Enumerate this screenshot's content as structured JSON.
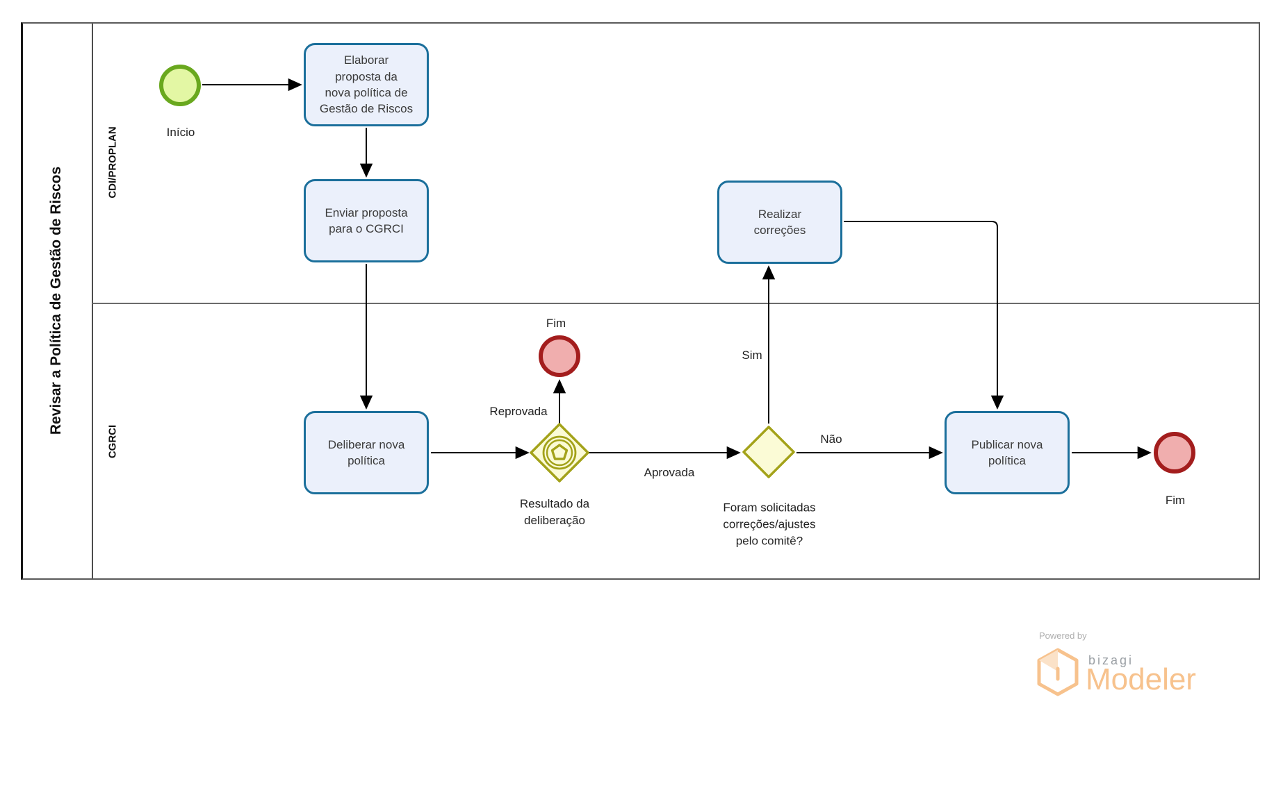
{
  "pool": {
    "title": "Revisar a Política de Gestão de Riscos"
  },
  "lanes": [
    {
      "label": "CDI/PROPLAN"
    },
    {
      "label": "CGRCI"
    }
  ],
  "nodes": {
    "start": {
      "label": "Início"
    },
    "task_elaborar": {
      "label": "Elaborar\nproposta da\nnova política de\nGestão de Riscos"
    },
    "task_enviar": {
      "label": "Enviar proposta\npara o CGRCI"
    },
    "task_realizar": {
      "label": "Realizar\ncorreções"
    },
    "task_deliberar": {
      "label": "Deliberar nova\npolítica"
    },
    "task_publicar": {
      "label": "Publicar nova\npolítica"
    },
    "gateway_resultado": {
      "label": "Resultado da\ndeliberação"
    },
    "gateway_correcoes": {
      "label": "Foram solicitadas\ncorreções/ajustes\npelo comitê?"
    },
    "end_reprovada": {
      "label": "Fim"
    },
    "end_final": {
      "label": "Fim"
    }
  },
  "flow_labels": {
    "reprovada": "Reprovada",
    "aprovada": "Aprovada",
    "sim": "Sim",
    "nao": "Não"
  },
  "branding": {
    "powered_by": "Powered by",
    "brand": "bizagi",
    "product": "Modeler"
  },
  "colors": {
    "task_border": "#1b6f9b",
    "task_fill": "#ebf0fb",
    "gateway_border": "#a3a219",
    "gateway_fill": "#fbfbd6",
    "start_border": "#69a81e",
    "start_fill": "#e3f7a4",
    "end_border": "#a31d1d",
    "end_fill": "#f0aeae",
    "logo_orange": "#f7c28d",
    "flow": "#000000"
  }
}
